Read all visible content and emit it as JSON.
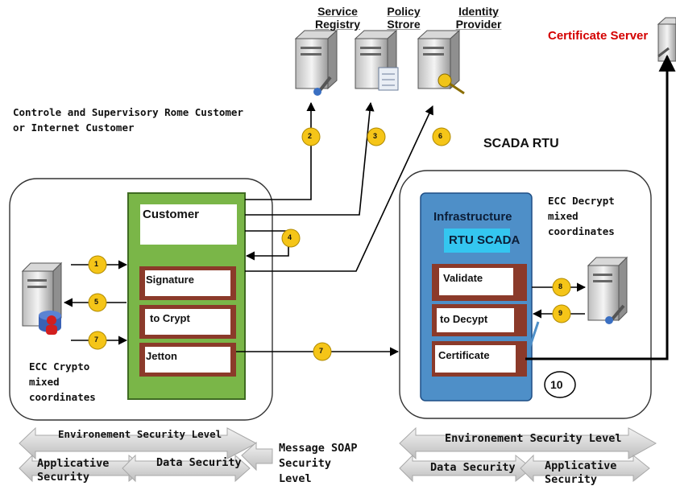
{
  "servers": {
    "registry": "Service Registry",
    "policy": "Policy Strore",
    "identity": "Identity Provider",
    "certificate": "Certificate Server"
  },
  "left_title": "Controle and Supervisory Rome Customer or Internet Customer",
  "right_title": "SCADA RTU",
  "customer": {
    "header": "Customer",
    "rows": [
      "Signature",
      "to Crypt",
      "Jetton"
    ]
  },
  "infrastructure": {
    "header": "Infrastructure",
    "subheader": "RTU SCADA",
    "rows": [
      "Validate",
      "to Decypt",
      "Certificate"
    ]
  },
  "ecc_left": "ECC Crypto mixed coordinates",
  "ecc_right": "ECC Decrypt mixed coordinates",
  "steps": {
    "s1": "1",
    "s2": "2",
    "s3": "3",
    "s4": "4",
    "s5": "5",
    "s6": "6",
    "s7a": "7",
    "s7b": "7",
    "s8": "8",
    "s9": "9",
    "s10": "10"
  },
  "bottom": {
    "env_left": "Environement Security Level",
    "applicative_left": "Applicative Security",
    "data_left": "Data Security",
    "soap": "Message SOAP Security Level",
    "env_right": "Environement Security Level",
    "data_right": "Data Security",
    "applicative_right": "Applicative Security"
  },
  "colors": {
    "customer_green": "#7ab648",
    "infra_blue": "#4e8fc8",
    "row_brown": "#8b3a2a",
    "step_yellow": "#f5c518",
    "cert_red": "#d40000"
  }
}
